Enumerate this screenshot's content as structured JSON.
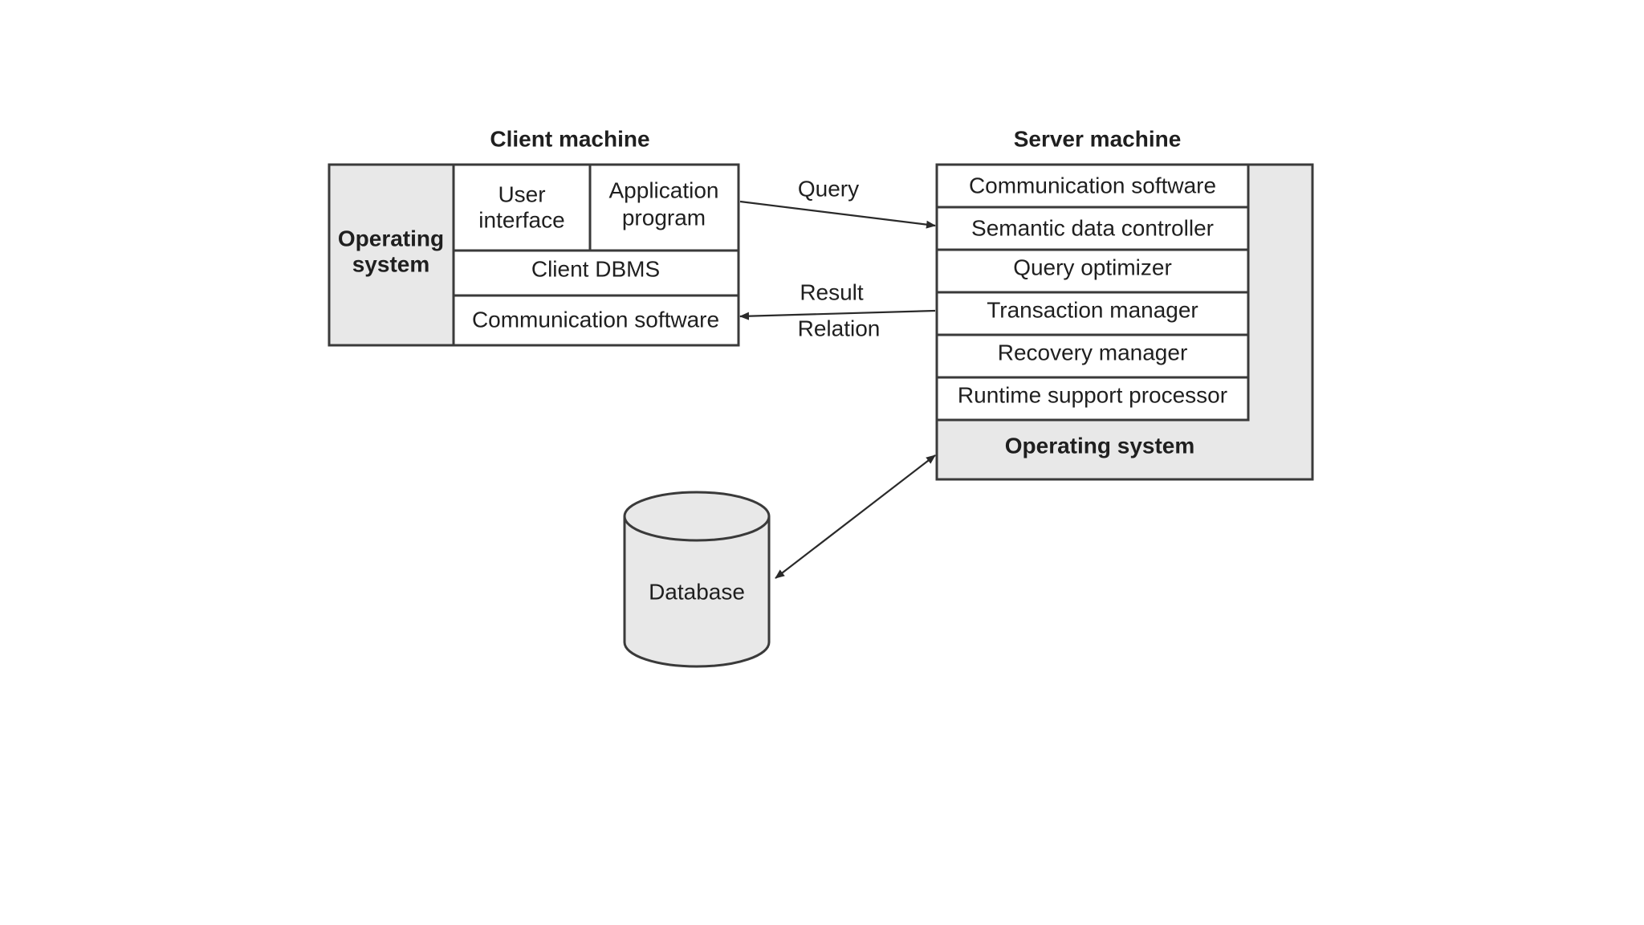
{
  "client": {
    "title": "Client machine",
    "os_label": [
      "Operating",
      "system"
    ],
    "user_interface": [
      "User",
      "interface"
    ],
    "application_program": [
      "Application",
      "program"
    ],
    "client_dbms": "Client DBMS",
    "communication_software": "Communication software"
  },
  "server": {
    "title": "Server machine",
    "layers": [
      "Communication software",
      "Semantic data controller",
      "Query optimizer",
      "Transaction manager",
      "Recovery manager",
      "Runtime support processor"
    ],
    "os_label": "Operating system"
  },
  "arrows": {
    "query": "Query",
    "result": "Result",
    "relation": "Relation"
  },
  "database": {
    "label": "Database"
  },
  "colors": {
    "shade": "#e8e8e8",
    "stroke": "#3a3a3a"
  }
}
